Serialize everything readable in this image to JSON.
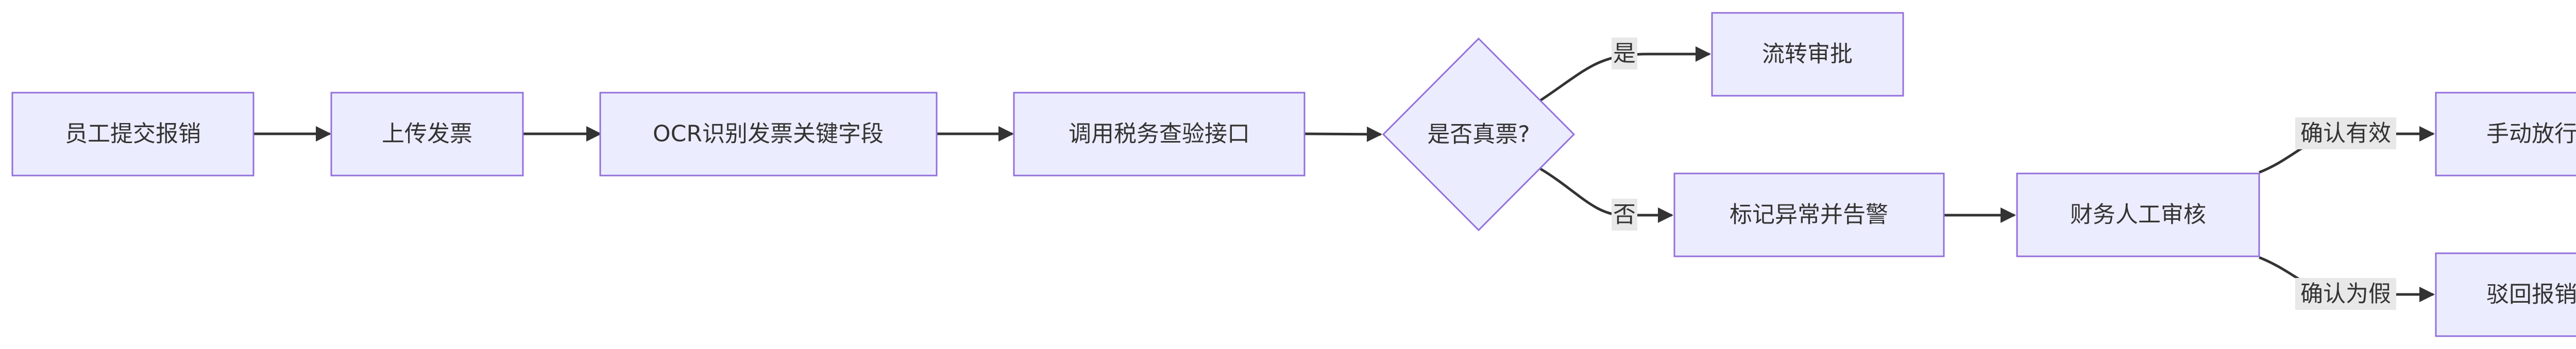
{
  "diagram": {
    "nodes": {
      "submit": "员工提交报销",
      "upload": "上传发票",
      "ocr": "OCR识别发票关键字段",
      "verify_api": "调用税务查验接口",
      "decision": "是否真票?",
      "approve": "流转审批",
      "flag": "标记异常并告警",
      "manual_review": "财务人工审核",
      "release": "手动放行",
      "reject": "驳回报销"
    },
    "edge_labels": {
      "yes": "是",
      "no": "否",
      "confirm_valid": "确认有效",
      "confirm_fake": "确认为假"
    }
  }
}
